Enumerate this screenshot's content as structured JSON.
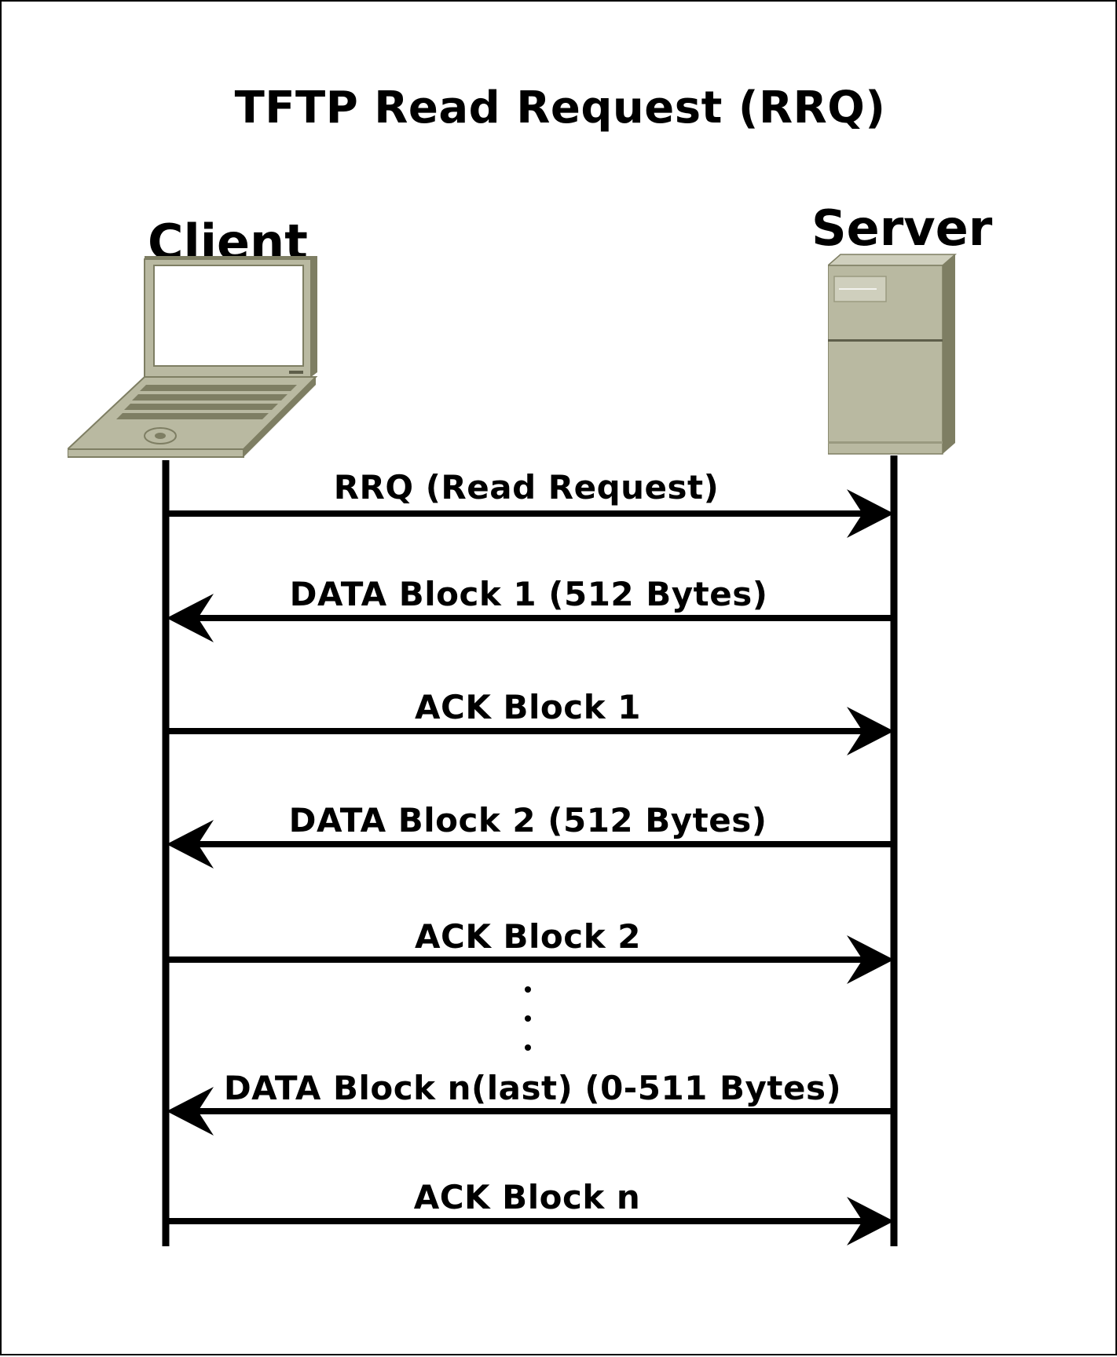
{
  "title": "TFTP Read Request (RRQ)",
  "participants": {
    "client": {
      "label": "Client",
      "icon": "laptop-icon"
    },
    "server": {
      "label": "Server",
      "icon": "server-tower-icon"
    }
  },
  "messages": [
    {
      "label": "RRQ (Read Request)",
      "direction": "client-to-server"
    },
    {
      "label": "DATA Block 1 (512 Bytes)",
      "direction": "server-to-client"
    },
    {
      "label": "ACK Block 1",
      "direction": "client-to-server"
    },
    {
      "label": "DATA Block 2 (512 Bytes)",
      "direction": "server-to-client"
    },
    {
      "label": "ACK Block 2",
      "direction": "client-to-server"
    },
    {
      "label": "DATA Block n(last) (0-511 Bytes)",
      "direction": "server-to-client"
    },
    {
      "label": "ACK Block n",
      "direction": "client-to-server"
    }
  ],
  "continuation_marker": "vertical-ellipsis",
  "colors": {
    "line": "#000000",
    "device_body": "#b9b9a1",
    "device_shadow": "#7e7e63",
    "device_dark": "#5e5e4a"
  }
}
